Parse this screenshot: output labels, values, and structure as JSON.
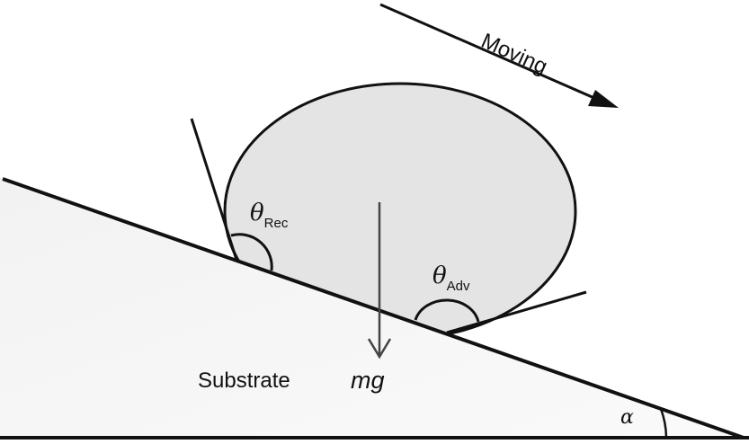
{
  "labels": {
    "moving": "Moving",
    "theta": "θ",
    "rec": "Rec",
    "adv": "Adv",
    "substrate": "Substrate",
    "mg": "mg",
    "alpha": "α"
  },
  "colors": {
    "droplet": "#e4e4e4",
    "substrate": "#f4f4f4",
    "stroke": "#111111"
  }
}
